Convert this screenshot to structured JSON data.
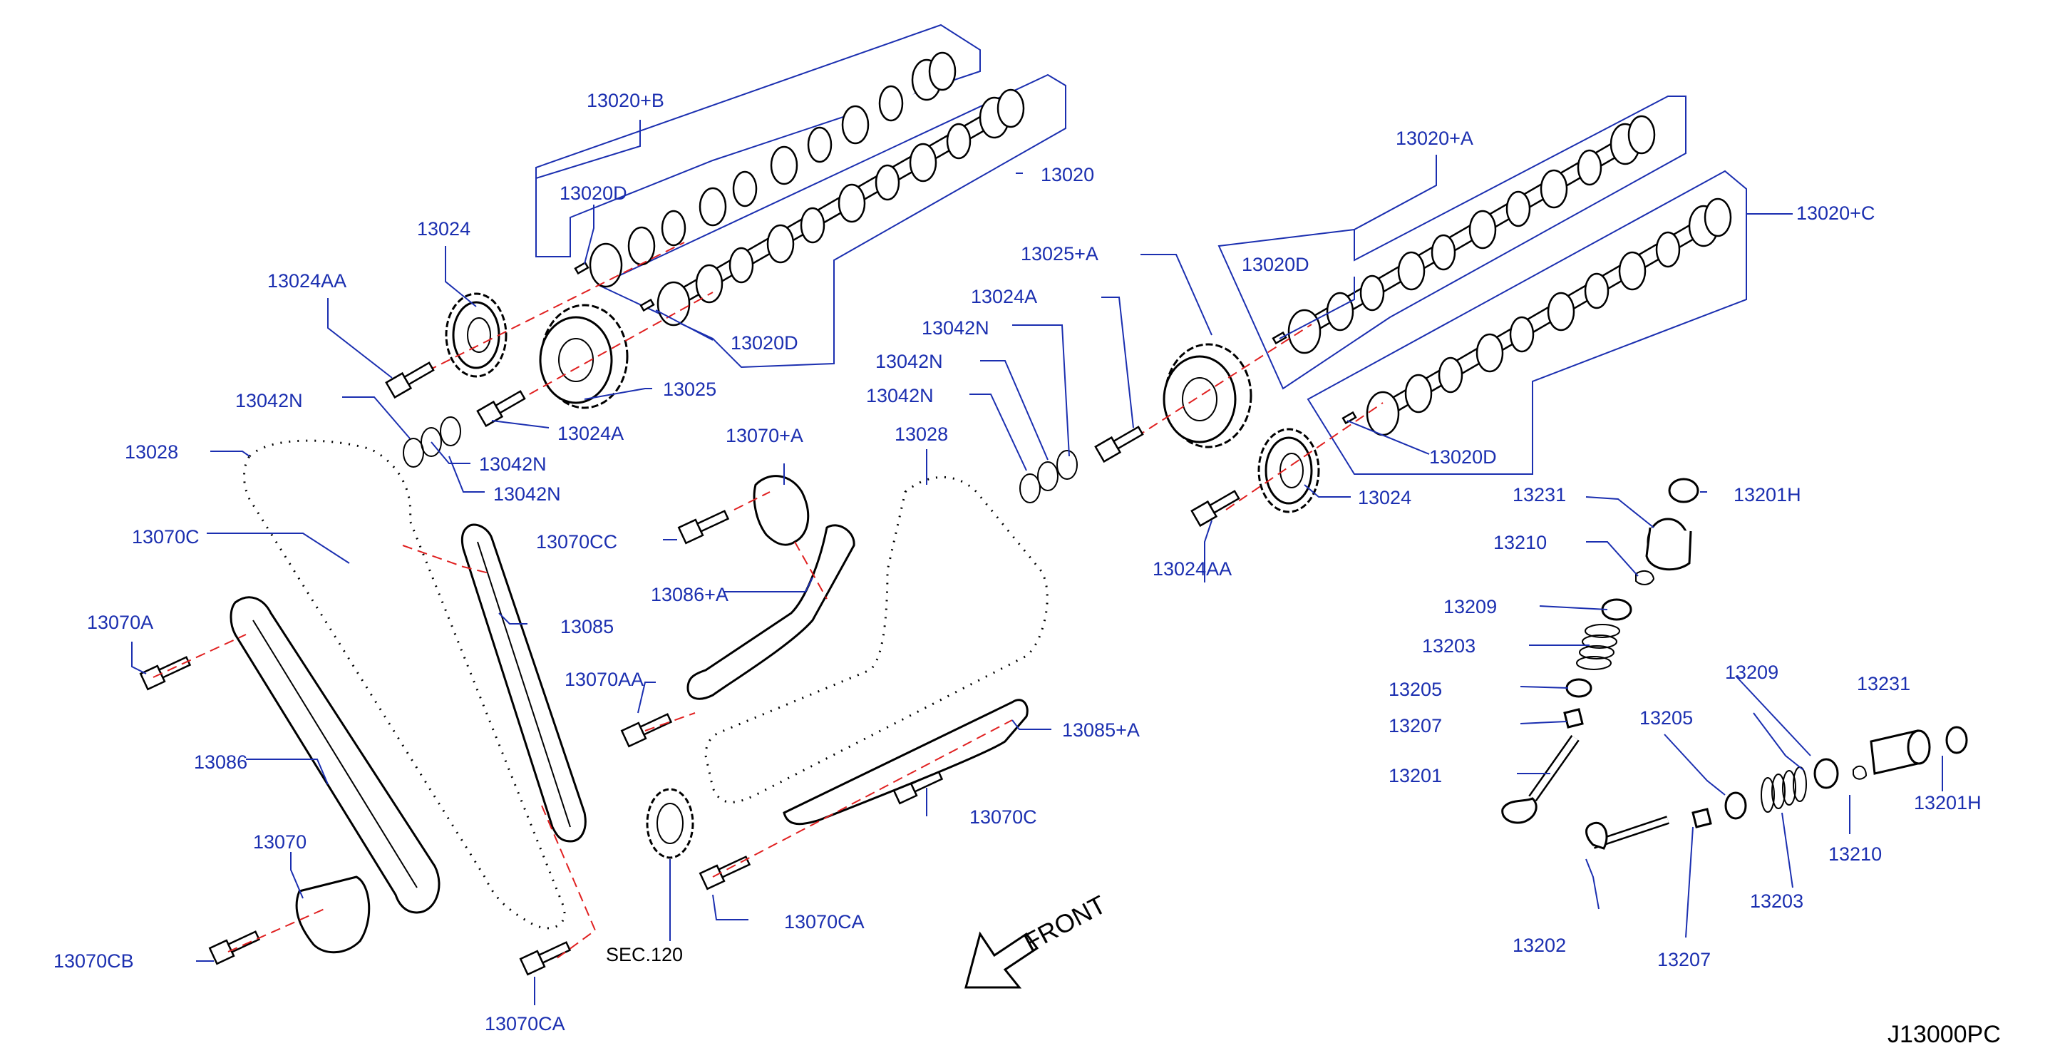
{
  "diagram_code": "J13000PC",
  "front_label": "FRONT",
  "colors": {
    "label": "#1b2fb0",
    "part_outline": "#000000",
    "center_line": "#e02020"
  },
  "labels": {
    "cam_b": "13020+B",
    "cam_main": "13020",
    "cam_a": "13020+A",
    "cam_c": "13020+C",
    "pin_1": "13020D",
    "pin_2": "13020D",
    "pin_3": "13020D",
    "pin_4": "13020D",
    "sprocket_l": "13024",
    "sprocket_r": "13024",
    "sprocket_bolt_l": "13024AA",
    "sprocket_bolt_r": "13024AA",
    "vtc_l": "13025",
    "vtc_r": "13025+A",
    "vtc_bolt_l": "13024A",
    "vtc_bolt_r": "13024A",
    "washer_l1": "13042N",
    "washer_l2": "13042N",
    "washer_l3": "13042N",
    "washer_r1": "13042N",
    "washer_r2": "13042N",
    "washer_r3": "13042N",
    "chain_l": "13028",
    "chain_r": "13028",
    "bolt_13070c_l": "13070C",
    "bolt_13070c_r": "13070C",
    "bolt_13070a": "13070A",
    "bolt_13070cc": "13070CC",
    "bolt_13070aa": "13070AA",
    "bolt_13070ca_l": "13070CA",
    "bolt_13070ca_r": "13070CA",
    "bolt_13070cb": "13070CB",
    "tensioner_l": "13070",
    "tensioner_r": "13070+A",
    "guide_l": "13085",
    "guide_r": "13085+A",
    "slack_guide_l": "13086",
    "slack_guide_r": "13086+A",
    "crank_sprocket": "SEC.120",
    "valve_lifter_1": "13231",
    "valve_lifter_2": "13231",
    "shim_1": "13201H",
    "shim_2": "13201H",
    "collet_1": "13210",
    "collet_2": "13210",
    "retainer_1": "13209",
    "retainer_2": "13209",
    "spring_1": "13203",
    "spring_2": "13203",
    "spring_seat_1": "13205",
    "spring_seat_2": "13205",
    "seal_1": "13207",
    "seal_2": "13207",
    "intake_valve": "13201",
    "exhaust_valve": "13202"
  }
}
